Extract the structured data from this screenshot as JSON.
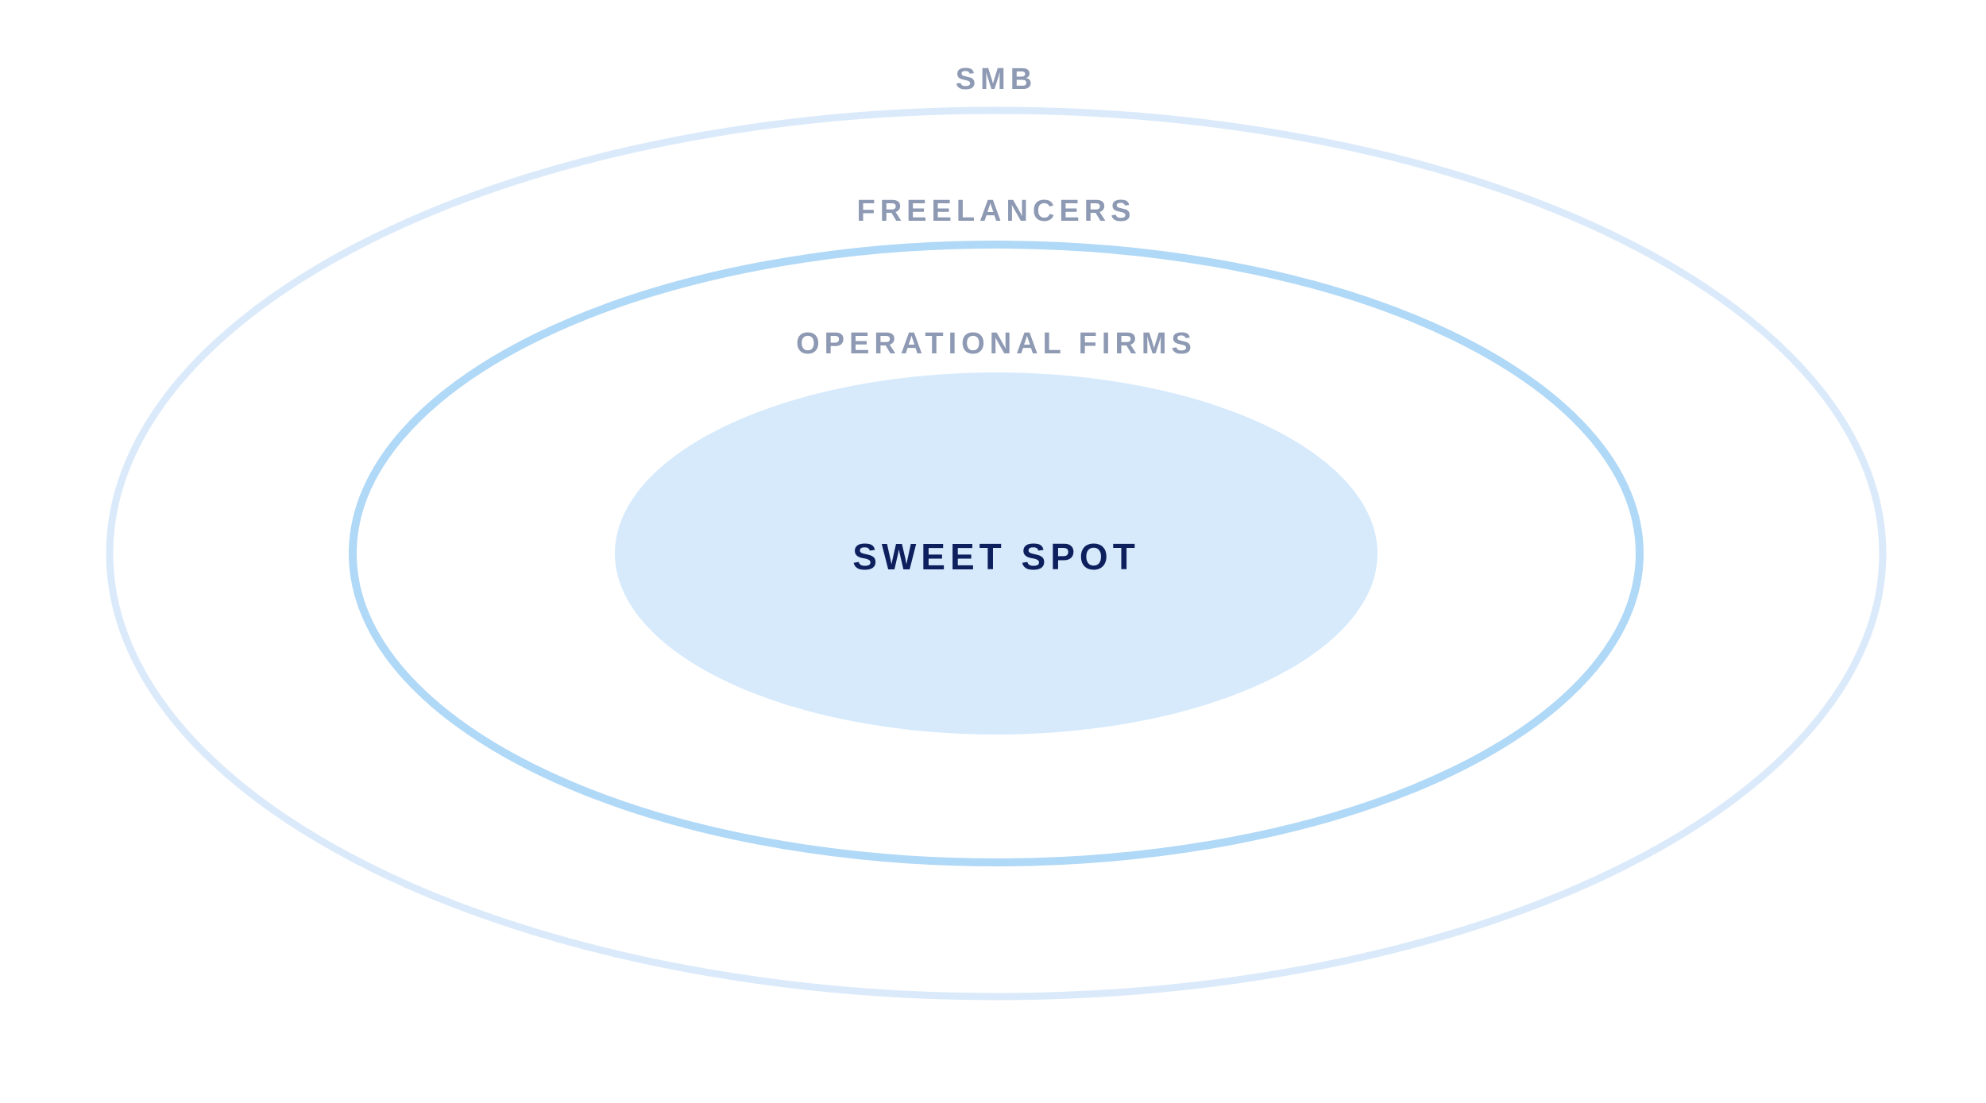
{
  "diagram": {
    "outer_ring": {
      "label": "SMB",
      "stroke_color": "#dbeafa"
    },
    "middle_ring": {
      "label": "FREELANCERS",
      "stroke_color": "#b0d8f7"
    },
    "inner_ring": {
      "label": "OPERATIONAL FIRMS",
      "fill_color": "#d6eafc"
    },
    "center": {
      "label": "SWEET SPOT",
      "text_color": "#0d1f5c"
    },
    "ring_label_color": "#8e9ab3"
  }
}
